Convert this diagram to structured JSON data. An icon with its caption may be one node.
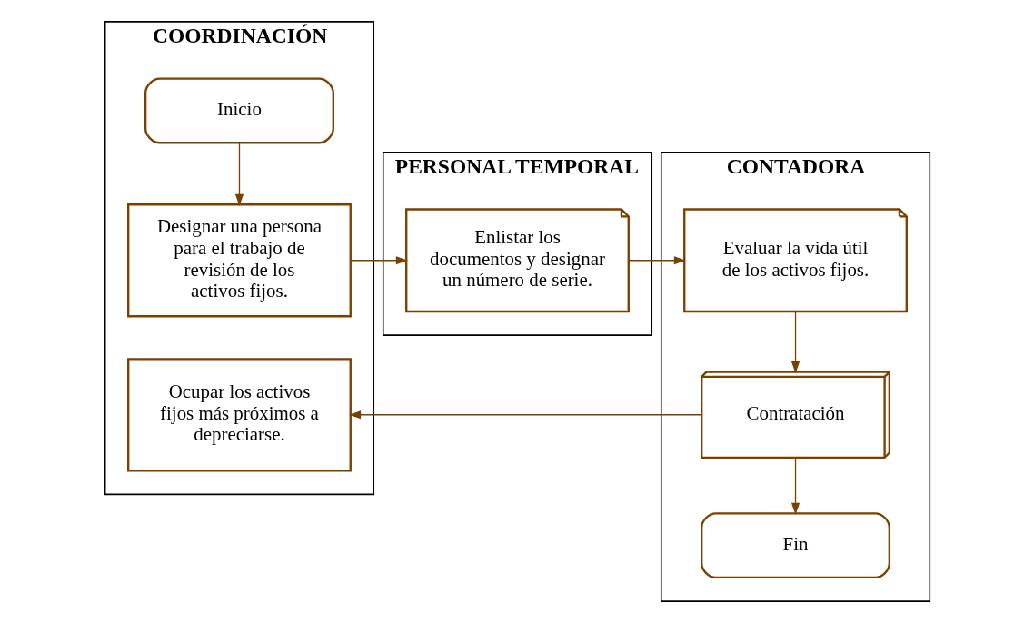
{
  "diagram": {
    "nodes": [
      {
        "text": [
          "COORDINACIÓN"
        ]
      },
      {
        "text": [
          "PERSONAL TEMPORAL"
        ]
      },
      {
        "text": [
          "CONTADORA"
        ]
      },
      {
        "text": [
          "Inicio"
        ],
        "in": 0
      },
      {
        "text": [
          "Designar una persona para el trabajo de revisión de los activos fijos."
        ],
        "in": 0
      },
      {
        "text": [
          "Enlistar los documentos y designar un número de serie."
        ],
        "in": 1
      },
      {
        "text": [
          "Evaluar la vida útil de los activos fijos."
        ],
        "in": 2
      },
      {
        "text": [
          "Contratación"
        ],
        "in": 2
      },
      {
        "text": [
          "Fin"
        ],
        "in": 2
      },
      {
        "text": [
          "Ocupar los activos fijos más próximos a depreciarse."
        ],
        "in": 0
      }
    ],
    "edges": [
      {
        "from": 3,
        "to": 4,
        "arrow": "to"
      },
      {
        "from": 4,
        "to": 5,
        "arrow": "to"
      },
      {
        "from": 5,
        "to": 6,
        "arrow": "to"
      },
      {
        "from": 6,
        "to": 7,
        "arrow": "to"
      },
      {
        "from": 7,
        "to": 9,
        "arrow": "to"
      },
      {
        "from": 7,
        "to": 8,
        "arrow": "to"
      }
    ]
  }
}
